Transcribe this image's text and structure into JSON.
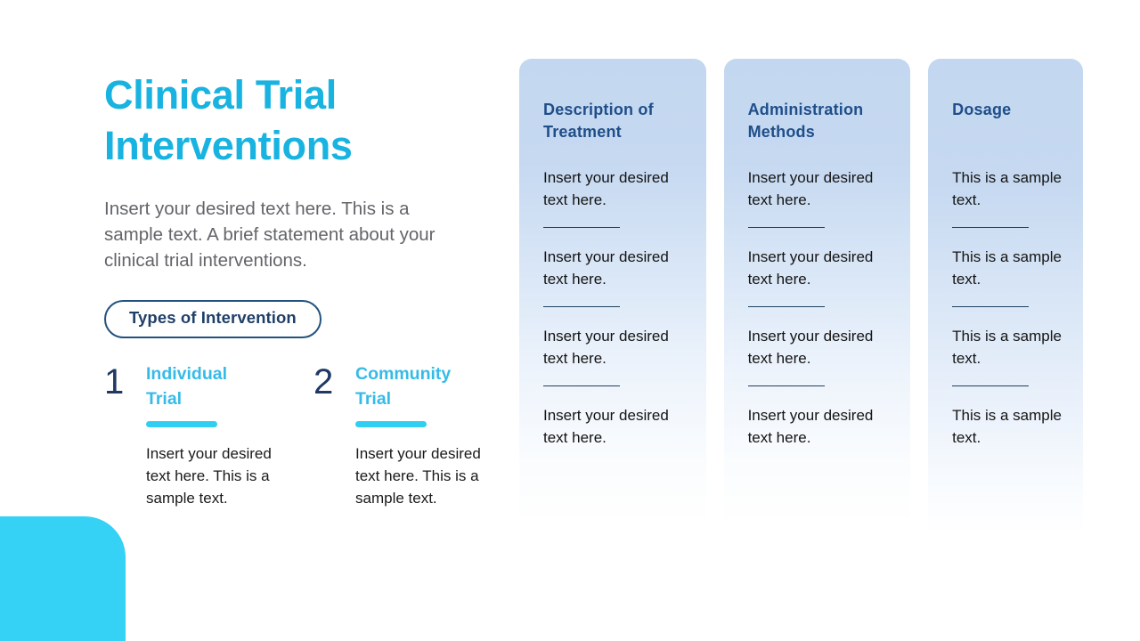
{
  "slide": {
    "title": "Clinical Trial Interventions",
    "intro": "Insert your desired text here. This is a sample text. A brief statement about your clinical trial interventions.",
    "pill_label": "Types of Intervention"
  },
  "colors": {
    "title_blue": "#18b3e0",
    "accent_cyan": "#30cff2",
    "corner_cyan": "#35d2f5",
    "navy": "#1f3864",
    "pill_border": "#23527e",
    "card_title": "#1f4e89",
    "card_top": "#c3d7f0",
    "body_gray": "#63656a",
    "divider": "#1f4060"
  },
  "intervention_types": [
    {
      "number": "1",
      "title": "Individual Trial",
      "description": "Insert your desired text here. This is a sample text."
    },
    {
      "number": "2",
      "title": "Community Trial",
      "description": "Insert your desired text here. This is a sample text."
    }
  ],
  "cards": [
    {
      "title": "Description of Treatment",
      "rows": [
        "Insert your desired text here.",
        "Insert your desired text here.",
        "Insert your desired text here.",
        "Insert your desired text here."
      ]
    },
    {
      "title": "Administration Methods",
      "rows": [
        "Insert your desired text here.",
        "Insert your desired text here.",
        "Insert your desired text here.",
        "Insert your desired text here."
      ]
    },
    {
      "title": "Dosage",
      "rows": [
        "This is a sample text.",
        "This is a sample text.",
        "This is a sample text.",
        "This is a sample text."
      ]
    }
  ]
}
